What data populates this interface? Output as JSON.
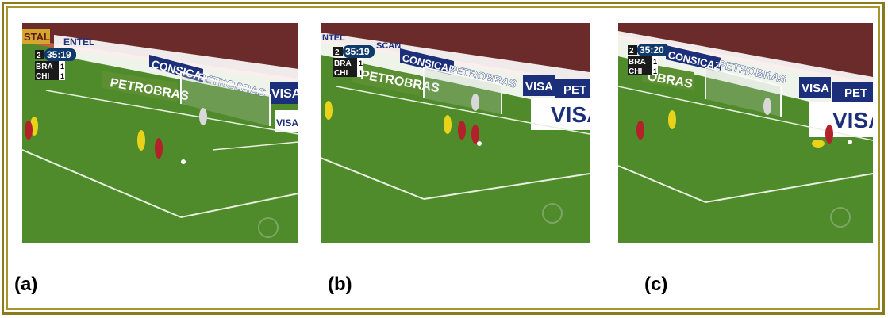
{
  "panels": [
    {
      "caption": "(a)",
      "clock": "35:19",
      "period": "2",
      "team_top": "BRA",
      "team_bottom": "CHI",
      "score_top": "1",
      "score_bottom": "1",
      "boards": [
        "STAL",
        "ENTEL",
        "CONSICAZ",
        "PETROBRAS",
        "PETROBRAS",
        "VISA",
        "VISA"
      ]
    },
    {
      "caption": "(b)",
      "clock": "35:19",
      "period": "2",
      "team_top": "BRA",
      "team_bottom": "CHI",
      "score_top": "1",
      "score_bottom": "1",
      "boards": [
        "NTEL",
        "SCAN",
        "CONSICAZ",
        "PETROBRAS",
        "PETROBRAS",
        "VISA",
        "PET",
        "VISA"
      ]
    },
    {
      "caption": "(c)",
      "clock": "35:20",
      "period": "2",
      "team_top": "BRA",
      "team_bottom": "CHI",
      "score_top": "1",
      "score_bottom": "1",
      "boards": [
        "CONSICAZ",
        "PETROBRAS",
        "OBRAS",
        "VISA",
        "PET",
        "VISA"
      ]
    }
  ],
  "colors": {
    "frame": "#8a7a1e",
    "pitch": "#4f8a2b",
    "stands": "#6b2b2b",
    "board_blue": "#1c2f7a",
    "brazil_yellow": "#e8d21a",
    "chile_red": "#b3222a"
  }
}
